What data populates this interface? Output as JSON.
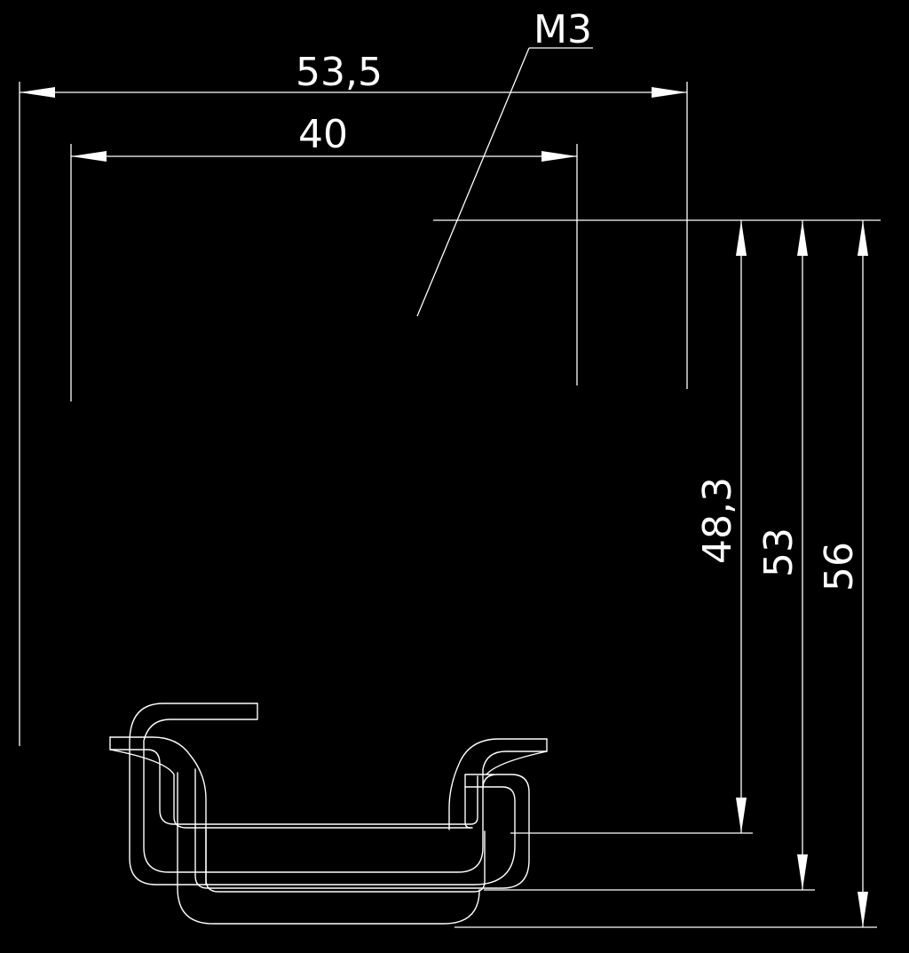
{
  "drawing": {
    "thread_label": "M3",
    "dimensions": {
      "overall_width": "53,5",
      "inner_width": "40",
      "height_inner": "48,3",
      "height_middle": "53",
      "height_overall": "56"
    },
    "line_color": "#ffffff",
    "background_color": "#000000"
  }
}
